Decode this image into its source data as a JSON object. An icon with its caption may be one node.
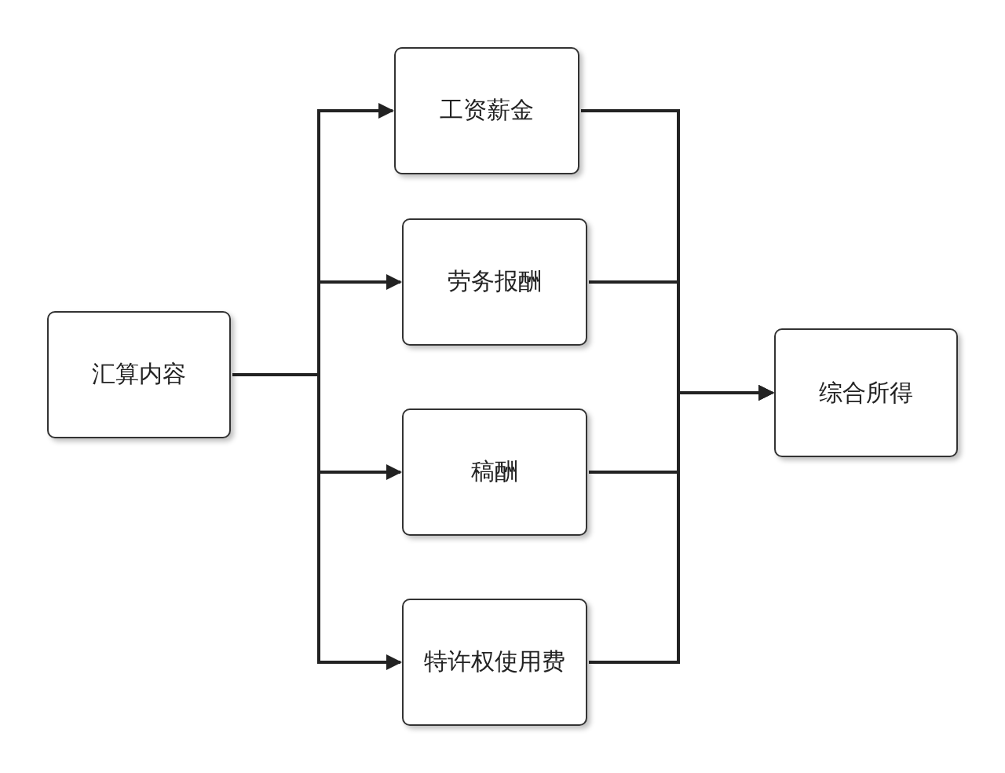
{
  "diagram": {
    "nodes": [
      {
        "text": [
          "汇算内容"
        ]
      },
      {
        "text": [
          "工资薪金"
        ]
      },
      {
        "text": [
          "劳务报酬"
        ]
      },
      {
        "text": [
          "稿酬"
        ]
      },
      {
        "text": [
          "特许权使用费"
        ]
      },
      {
        "text": [
          "综合所得"
        ]
      }
    ],
    "edges": [
      {
        "from": 0,
        "to": 1,
        "arrow": "to"
      },
      {
        "from": 0,
        "to": 2,
        "arrow": "to"
      },
      {
        "from": 0,
        "to": 3,
        "arrow": "to"
      },
      {
        "from": 0,
        "to": 4,
        "arrow": "to"
      },
      {
        "from": 1,
        "to": 5,
        "arrow": "to"
      },
      {
        "from": 2,
        "to": 5,
        "arrow": "to"
      },
      {
        "from": 3,
        "to": 5,
        "arrow": "to"
      },
      {
        "from": 4,
        "to": 5,
        "arrow": "to"
      }
    ]
  }
}
